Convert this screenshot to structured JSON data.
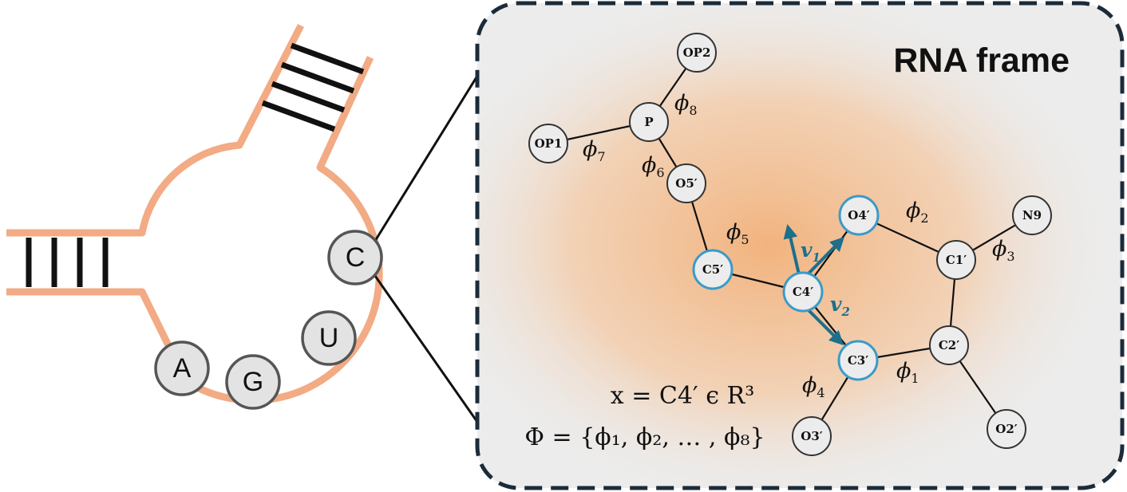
{
  "title": "RNA frame",
  "nucleotides": [
    {
      "id": "A",
      "label": "A"
    },
    {
      "id": "G",
      "label": "G"
    },
    {
      "id": "U",
      "label": "U"
    },
    {
      "id": "C",
      "label": "C"
    }
  ],
  "atoms": [
    {
      "id": "OP2",
      "label": "OP2",
      "highlight": false
    },
    {
      "id": "P",
      "label": "P",
      "highlight": false
    },
    {
      "id": "OP1",
      "label": "OP1",
      "highlight": false
    },
    {
      "id": "O5p",
      "label": "O5′",
      "highlight": false
    },
    {
      "id": "C5p",
      "label": "C5′",
      "highlight": true
    },
    {
      "id": "C4p",
      "label": "C4′",
      "highlight": true
    },
    {
      "id": "O4p",
      "label": "O4′",
      "highlight": true
    },
    {
      "id": "C3p",
      "label": "C3′",
      "highlight": true
    },
    {
      "id": "C1p",
      "label": "C1′",
      "highlight": false
    },
    {
      "id": "N9",
      "label": "N9",
      "highlight": false
    },
    {
      "id": "C2p",
      "label": "C2′",
      "highlight": false
    },
    {
      "id": "O3p",
      "label": "O3′",
      "highlight": false
    },
    {
      "id": "O2p",
      "label": "O2′",
      "highlight": false
    }
  ],
  "bonds": [
    [
      "P",
      "OP2"
    ],
    [
      "P",
      "OP1"
    ],
    [
      "P",
      "O5p"
    ],
    [
      "O5p",
      "C5p"
    ],
    [
      "C5p",
      "C4p"
    ],
    [
      "C4p",
      "O4p"
    ],
    [
      "C4p",
      "C3p"
    ],
    [
      "O4p",
      "C1p"
    ],
    [
      "C1p",
      "N9"
    ],
    [
      "C1p",
      "C2p"
    ],
    [
      "C2p",
      "C3p"
    ],
    [
      "C3p",
      "O3p"
    ],
    [
      "C2p",
      "O2p"
    ]
  ],
  "torsions": [
    {
      "id": "phi8",
      "symbol": "ϕ",
      "sub": "8"
    },
    {
      "id": "phi7",
      "symbol": "ϕ",
      "sub": "7"
    },
    {
      "id": "phi6",
      "symbol": "ϕ",
      "sub": "6"
    },
    {
      "id": "phi5",
      "symbol": "ϕ",
      "sub": "5"
    },
    {
      "id": "phi2",
      "symbol": "ϕ",
      "sub": "2"
    },
    {
      "id": "phi3",
      "symbol": "ϕ",
      "sub": "3"
    },
    {
      "id": "phi1",
      "symbol": "ϕ",
      "sub": "1"
    },
    {
      "id": "phi4",
      "symbol": "ϕ",
      "sub": "4"
    }
  ],
  "vectors": [
    {
      "id": "v1",
      "symbol": "v",
      "sub": "1"
    },
    {
      "id": "v2",
      "symbol": "v",
      "sub": "2"
    }
  ],
  "equations": {
    "line1": "x = C4′ ϵ R³",
    "line2": "Φ = {ϕ₁, ϕ₂, … , ϕ₈}"
  },
  "colors": {
    "backbone": "#f2ab84",
    "rung": "#111111",
    "nucleotide_fill": "#e3e3e3",
    "nucleotide_stroke": "#555555",
    "atom_fill": "#ececec",
    "atom_stroke": "#333333",
    "highlight_stroke": "#3a9ac9",
    "vector": "#1d6f8c",
    "panel_bg": "#ececec",
    "panel_glow": "#f2b37e",
    "panel_border": "#1b2b3a"
  }
}
